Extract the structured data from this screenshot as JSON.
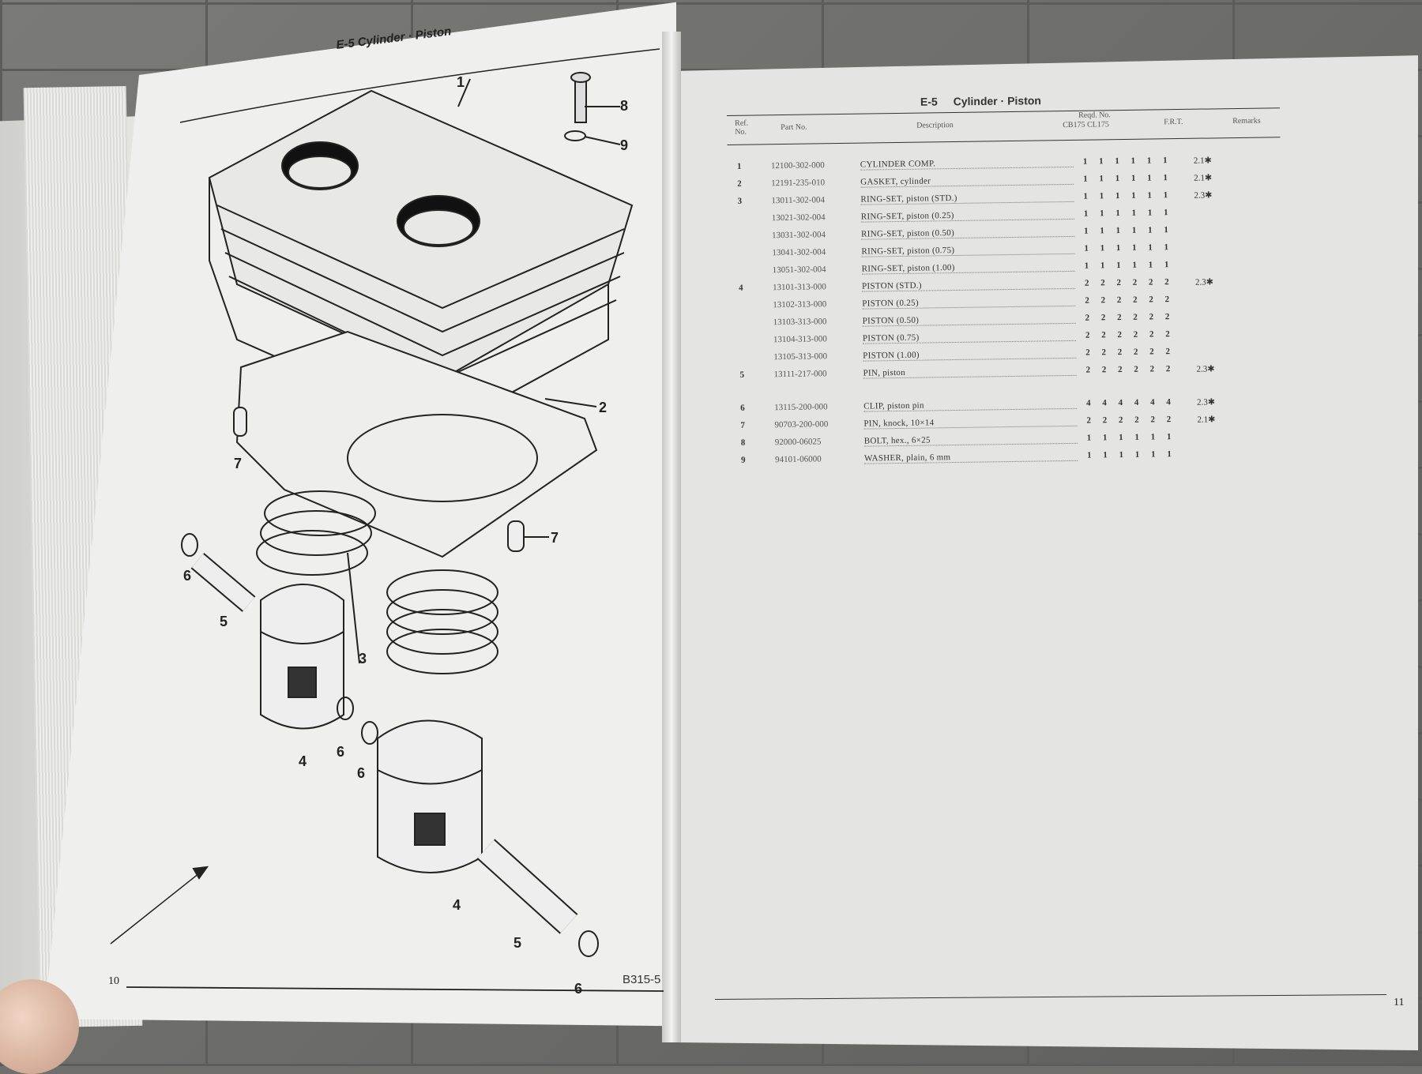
{
  "left_page": {
    "title": "E-5   Cylinder · Piston",
    "page_number": "10",
    "figure_code": "B315-5",
    "callouts": [
      "1",
      "2",
      "3",
      "4",
      "4",
      "5",
      "5",
      "6",
      "6",
      "6",
      "6",
      "7",
      "7",
      "8",
      "9"
    ]
  },
  "right_page": {
    "title_code": "E-5",
    "title_text": "Cylinder · Piston",
    "page_number": "11",
    "header": {
      "ref": "Ref. No.",
      "part": "Part No.",
      "desc": "Description",
      "reqd": "Reqd. No.",
      "models": "CB175   CL175",
      "frt": "F.R.T.",
      "remarks": "Remarks"
    },
    "rows": [
      {
        "ref": "1",
        "part": "12100-302-000",
        "desc": "CYLINDER COMP.",
        "qty": "1 1 1 1 1 1",
        "frt": "2.1✱"
      },
      {
        "ref": "2",
        "part": "12191-235-010",
        "desc": "GASKET, cylinder",
        "qty": "1 1 1 1 1 1",
        "frt": "2.1✱"
      },
      {
        "ref": "3",
        "part": "13011-302-004",
        "desc": "RING-SET, piston (STD.)",
        "qty": "1 1 1 1 1 1",
        "frt": "2.3✱"
      },
      {
        "ref": "",
        "part": "13021-302-004",
        "desc": "RING-SET, piston (0.25)",
        "qty": "1 1 1 1 1 1",
        "frt": ""
      },
      {
        "ref": "",
        "part": "13031-302-004",
        "desc": "RING-SET, piston (0.50)",
        "qty": "1 1 1 1 1 1",
        "frt": ""
      },
      {
        "ref": "",
        "part": "13041-302-004",
        "desc": "RING-SET, piston (0.75)",
        "qty": "1 1 1 1 1 1",
        "frt": ""
      },
      {
        "ref": "",
        "part": "13051-302-004",
        "desc": "RING-SET, piston (1.00)",
        "qty": "1 1 1 1 1 1",
        "frt": ""
      },
      {
        "ref": "4",
        "part": "13101-313-000",
        "desc": "PISTON (STD.)",
        "qty": "2 2 2 2 2 2",
        "frt": "2.3✱"
      },
      {
        "ref": "",
        "part": "13102-313-000",
        "desc": "PISTON (0.25)",
        "qty": "2 2 2 2 2 2",
        "frt": ""
      },
      {
        "ref": "",
        "part": "13103-313-000",
        "desc": "PISTON (0.50)",
        "qty": "2 2 2 2 2 2",
        "frt": ""
      },
      {
        "ref": "",
        "part": "13104-313-000",
        "desc": "PISTON (0.75)",
        "qty": "2 2 2 2 2 2",
        "frt": ""
      },
      {
        "ref": "",
        "part": "13105-313-000",
        "desc": "PISTON (1.00)",
        "qty": "2 2 2 2 2 2",
        "frt": ""
      },
      {
        "ref": "5",
        "part": "13111-217-000",
        "desc": "PIN, piston",
        "qty": "2 2 2 2 2 2",
        "frt": "2.3✱"
      },
      {
        "ref": "6",
        "part": "13115-200-000",
        "desc": "CLIP, piston pin",
        "qty": "4 4 4 4 4 4",
        "frt": "2.3✱"
      },
      {
        "ref": "7",
        "part": "90703-200-000",
        "desc": "PIN, knock, 10×14",
        "qty": "2 2 2 2 2 2",
        "frt": "2.1✱"
      },
      {
        "ref": "8",
        "part": "92000-06025",
        "desc": "BOLT, hex., 6×25",
        "qty": "1 1 1 1 1 1",
        "frt": ""
      },
      {
        "ref": "9",
        "part": "94101-06000",
        "desc": "WASHER, plain, 6 mm",
        "qty": "1 1 1 1 1 1",
        "frt": ""
      }
    ]
  }
}
